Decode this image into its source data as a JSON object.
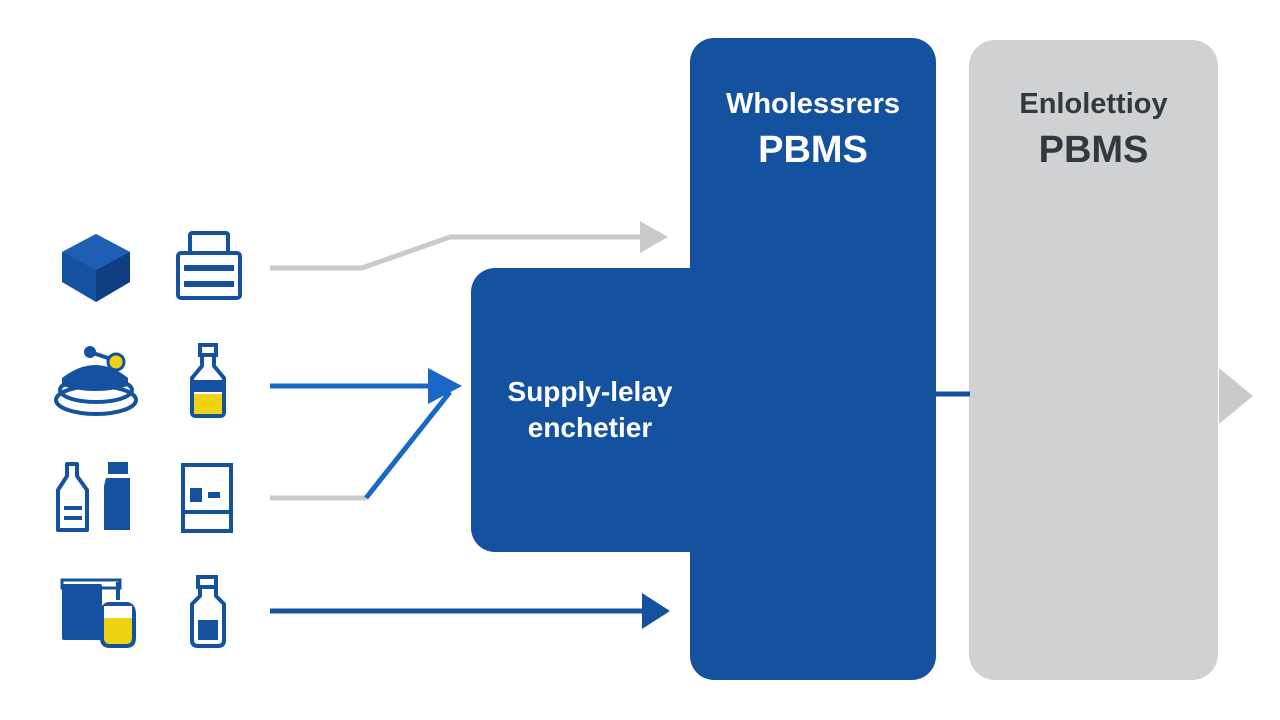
{
  "colors": {
    "blue": "#1452a0",
    "blue_bright": "#1a67c8",
    "gray_box": "#d0d1d3",
    "gray_line": "#c9cacc",
    "yellow": "#f0d215",
    "text_dark": "#333840",
    "white": "#ffffff"
  },
  "boxes": {
    "wholesalers": {
      "line1": "Wholessrers",
      "line2": "PBMS"
    },
    "enlolettiioy": {
      "line1": "Enlolettioy",
      "line2": "PBMS"
    },
    "supply": {
      "line1": "Supply-lelay",
      "line2": "enchetier"
    }
  },
  "icons": [
    {
      "row": 1,
      "left": "cube-icon",
      "right": "printer-icon"
    },
    {
      "row": 2,
      "left": "plate-stack-icon",
      "right": "bottle-yellow-icon"
    },
    {
      "row": 3,
      "left": "two-bottles-icon",
      "right": "cabinet-icon"
    },
    {
      "row": 4,
      "left": "container-icon",
      "right": "small-bottle-icon"
    }
  ]
}
